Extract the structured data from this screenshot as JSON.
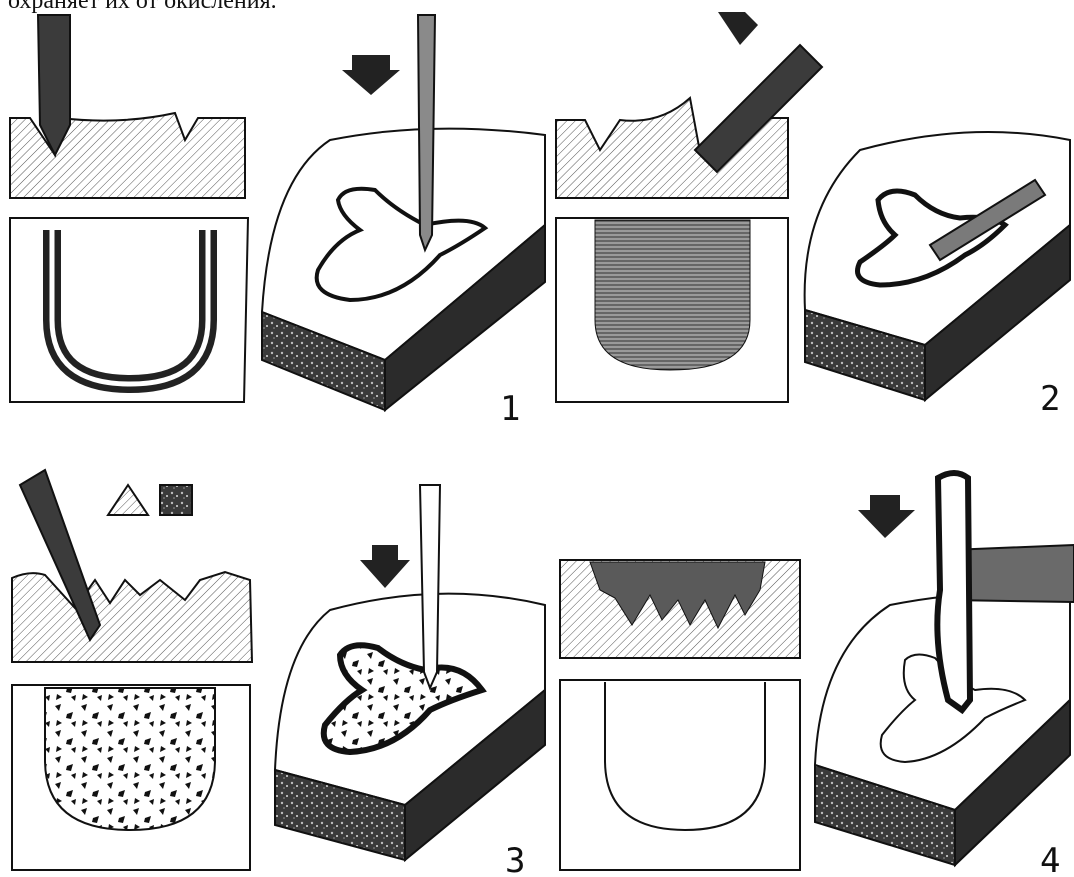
{
  "caption_fragment": "охраняет их от окисления.",
  "panels": [
    {
      "number": "1"
    },
    {
      "number": "2"
    },
    {
      "number": "3"
    },
    {
      "number": "4"
    }
  ]
}
